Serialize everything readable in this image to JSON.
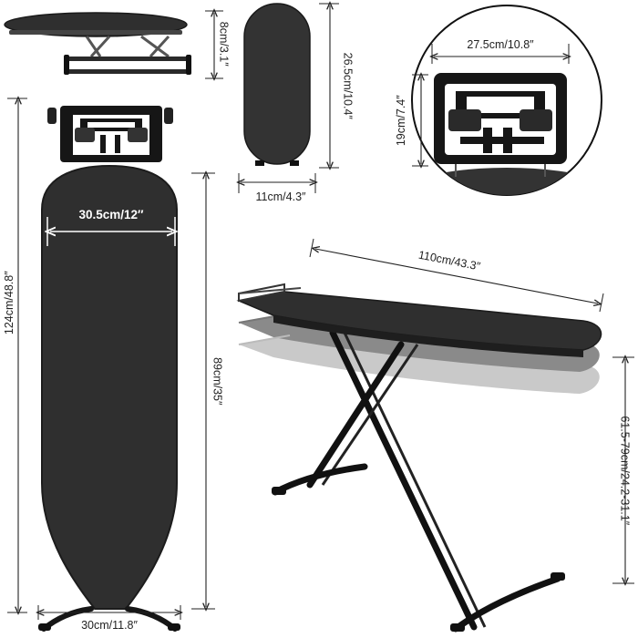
{
  "dimensions": {
    "mini_height": "8cm/3.1″",
    "mini_length": "26.5cm/10.4″",
    "mini_width": "11cm/4.3″",
    "rest_width": "27.5cm/10.8″",
    "rest_height": "19cm/7.4″",
    "board_length": "124cm/48.8″",
    "board_width": "30.5cm/12″",
    "leg_height": "89cm/35″",
    "base_width": "30cm/11.8″",
    "table_length": "110cm/43.3″",
    "table_height": "61.5-79cm/24.2-31.1″"
  },
  "colors": {
    "board": "#2f2f2f",
    "board_edge": "#1c1c1c",
    "frame": "#141414",
    "ghost_mid": "#8a8a8a",
    "ghost_light": "#c9c9c9"
  }
}
